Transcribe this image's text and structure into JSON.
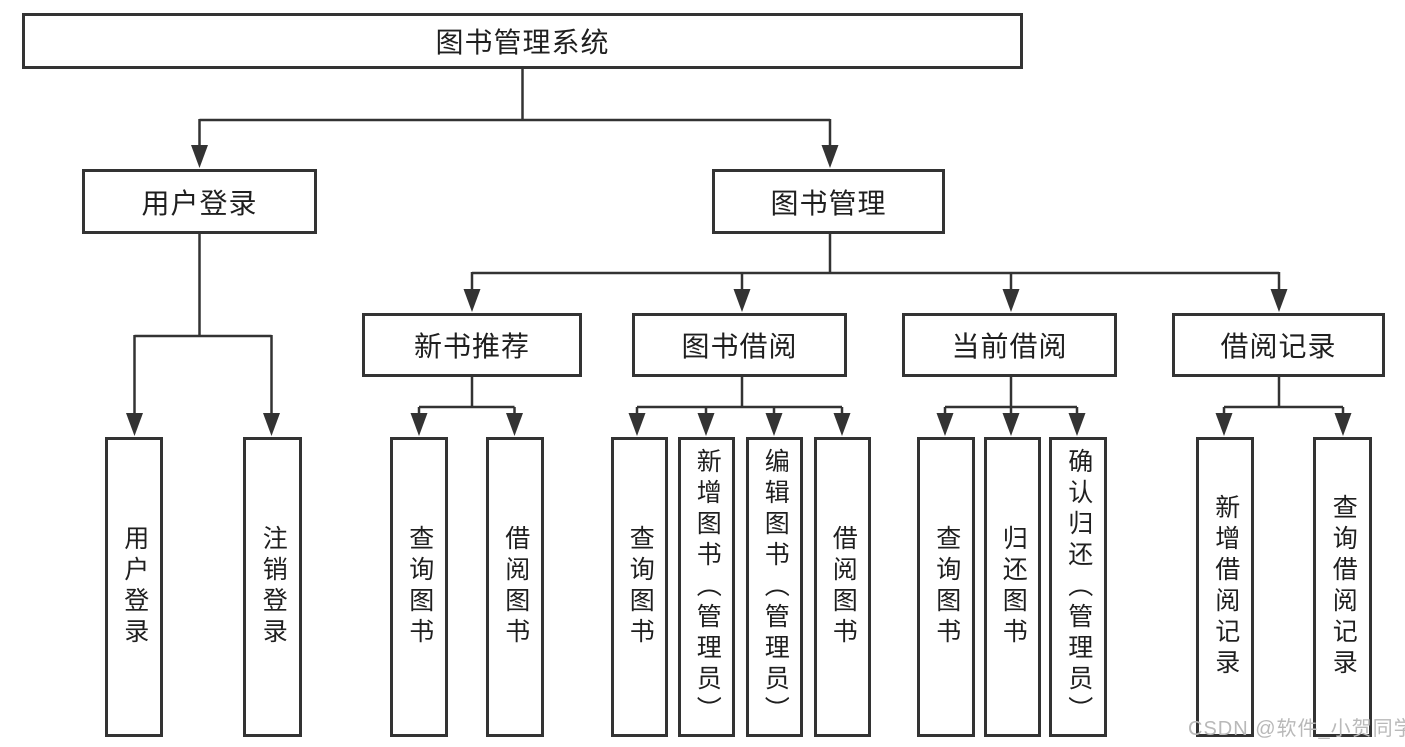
{
  "nodes": {
    "root": "图书管理系统",
    "user_login": "用户登录",
    "book_mgmt": "图书管理",
    "new_book_rec": "新书推荐",
    "book_borrow": "图书借阅",
    "current_borrow": "当前借阅",
    "borrow_records": "借阅记录",
    "leaf_user_login": "用户登录",
    "leaf_logout": "注销登录",
    "leaf_nbr_query": "查询图书",
    "leaf_nbr_borrow": "借阅图书",
    "leaf_bb_query": "查询图书",
    "leaf_bb_add": "新增图书（管理员）",
    "leaf_bb_edit": "编辑图书（管理员）",
    "leaf_bb_borrow": "借阅图书",
    "leaf_cb_query": "查询图书",
    "leaf_cb_return": "归还图书",
    "leaf_cb_confirm": "确认归还（管理员）",
    "leaf_br_add": "新增借阅记录",
    "leaf_br_query": "查询借阅记录"
  },
  "hierarchy": {
    "图书管理系统": {
      "用户登录": [
        "用户登录",
        "注销登录"
      ],
      "图书管理": {
        "新书推荐": [
          "查询图书",
          "借阅图书"
        ],
        "图书借阅": [
          "查询图书",
          "新增图书（管理员）",
          "编辑图书（管理员）",
          "借阅图书"
        ],
        "当前借阅": [
          "查询图书",
          "归还图书",
          "确认归还（管理员）"
        ],
        "借阅记录": [
          "新增借阅记录",
          "查询借阅记录"
        ]
      }
    }
  },
  "watermark": "CSDN @软件_小贺同学",
  "colors": {
    "line": "#333333",
    "box_border": "#333333",
    "text": "#1f1f1f",
    "watermark": "#b9b9b9",
    "background": "#ffffff"
  }
}
